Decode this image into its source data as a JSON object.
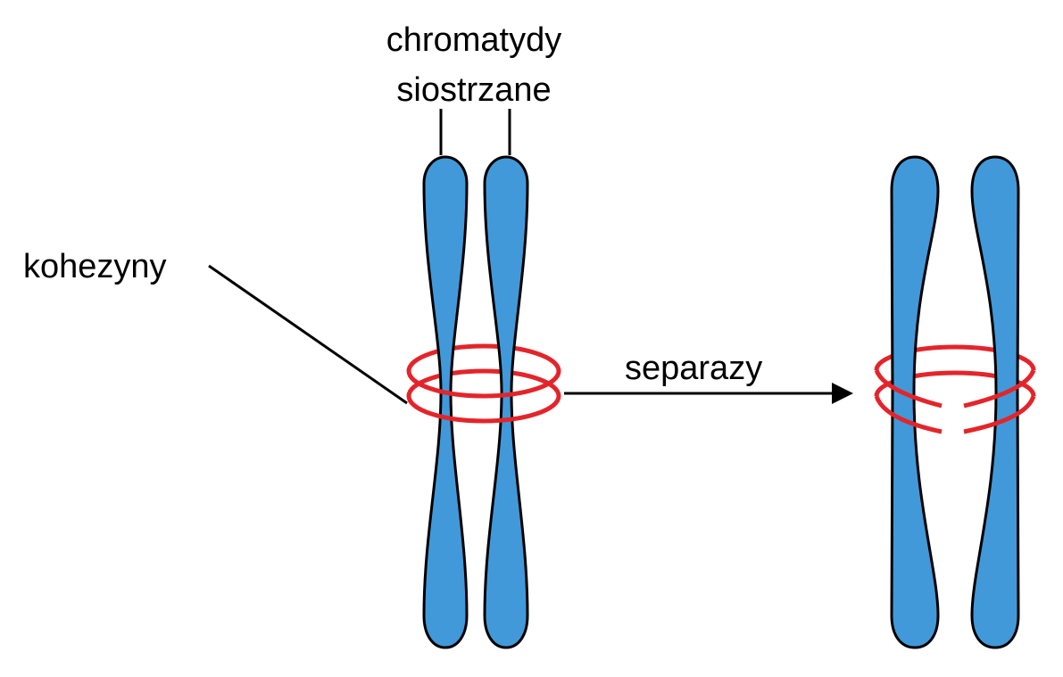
{
  "labels": {
    "sister_chromatids_line1": "chromatydy",
    "sister_chromatids_line2": "siostrzane",
    "cohesins": "kohezyny",
    "separases": "separazy"
  },
  "colors": {
    "chromatid_fill": "#4199d9",
    "chromatid_stroke": "#000000",
    "cohesin_ring": "#e3252b",
    "line": "#000000"
  }
}
